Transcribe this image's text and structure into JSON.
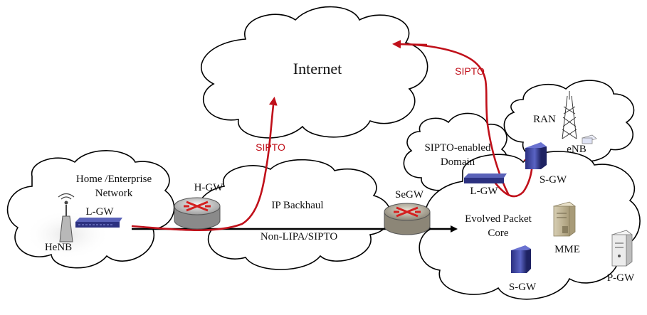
{
  "clouds": {
    "internet": "Internet",
    "home": "Home /Enterprise",
    "home_line2": "Network",
    "backhaul": "IP Backhaul",
    "backhaul_sub": "Non-LIPA/SIPTO",
    "sipto_domain": "SIPTO-enabled",
    "sipto_domain_line2": "Domain",
    "ran": "RAN",
    "epc": "Evolved Packet",
    "epc_line2": "Core"
  },
  "nodes": {
    "henb": "HeNB",
    "lgw_home": "L-GW",
    "hgw": "H-GW",
    "segw": "SeGW",
    "lgw_domain": "L-GW",
    "sgw_upper": "S-GW",
    "enb": "eNB",
    "mme": "MME",
    "sgw_lower": "S-GW",
    "pgw": "P-GW"
  },
  "sipto_labels": {
    "left": "SIPTO",
    "right": "SIPTO"
  },
  "colors": {
    "sipto_path": "#c0101a",
    "device_blue": "#3a3f8f",
    "router_red": "#d42020"
  }
}
